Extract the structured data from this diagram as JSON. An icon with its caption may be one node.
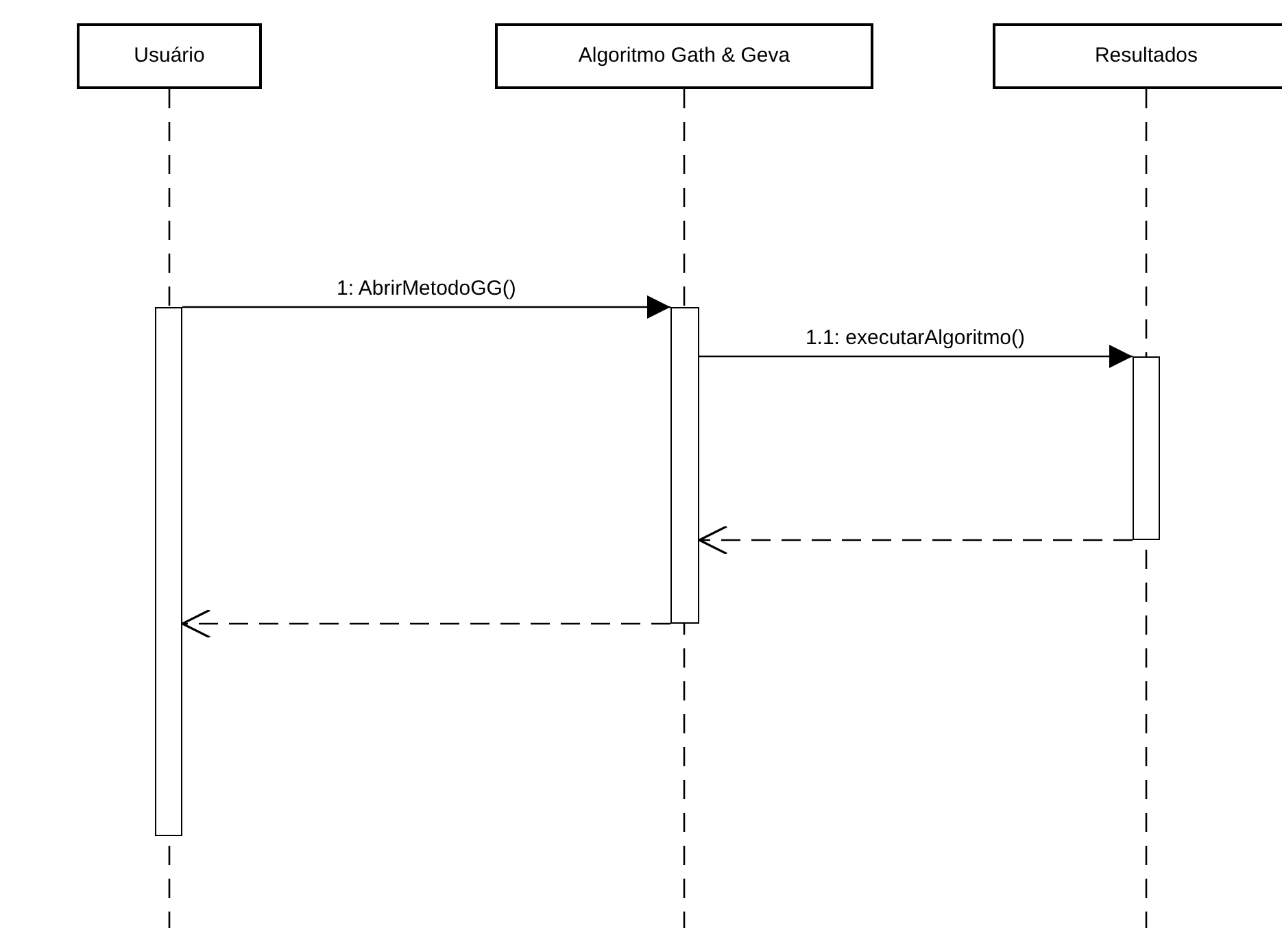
{
  "diagram": {
    "nodes": [
      {
        "text": [
          "Usuário"
        ]
      },
      {
        "text": [
          "Algoritmo Gath & Geva"
        ]
      },
      {
        "text": [
          "Resultados"
        ]
      },
      {
        "text": [],
        "shape": "bar"
      },
      {
        "text": [],
        "shape": "bar"
      },
      {
        "text": [],
        "shape": "bar"
      }
    ],
    "edges": [
      {
        "from": 3,
        "to": 4,
        "arrow": "to",
        "label": "1: AbrirMetodoGG()"
      },
      {
        "from": 4,
        "to": 5,
        "arrow": "to",
        "label": "1.1: executarAlgoritmo()"
      },
      {
        "from": 5,
        "to": 4,
        "arrow": "to",
        "style": "dashed"
      },
      {
        "from": 4,
        "to": 3,
        "arrow": "to",
        "style": "dashed"
      }
    ]
  }
}
